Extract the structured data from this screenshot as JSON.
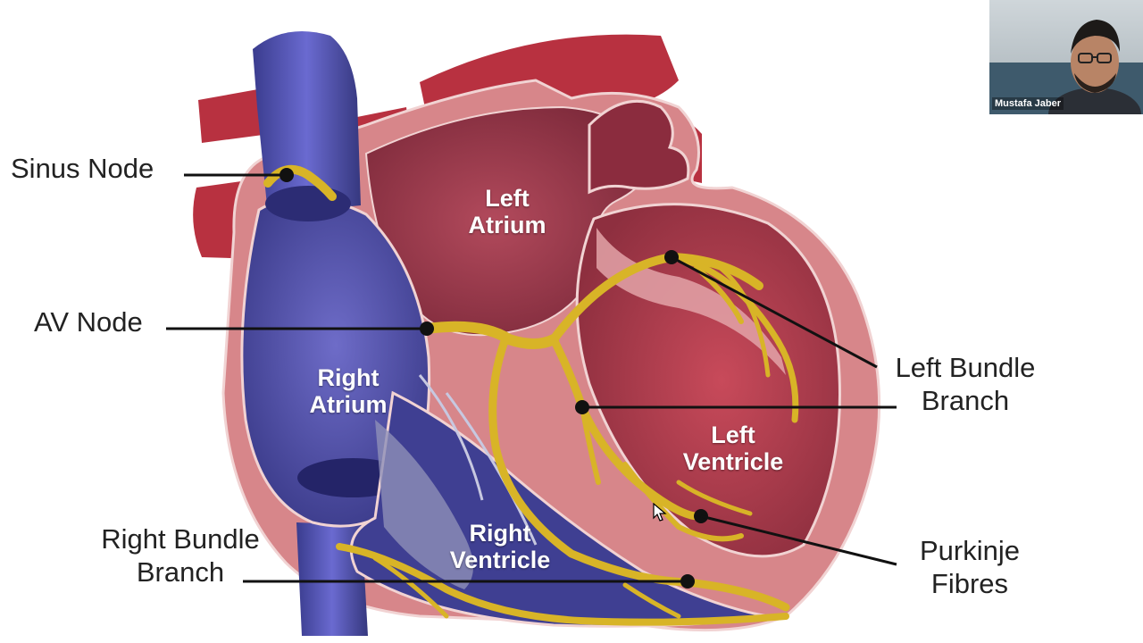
{
  "labels": {
    "sinus_node": "Sinus Node",
    "av_node": "AV Node",
    "left_bundle_line1": "Left Bundle",
    "left_bundle_line2": "Branch",
    "purkinje_line1": "Purkinje",
    "purkinje_line2": "Fibres",
    "right_bundle_line1": "Right Bundle",
    "right_bundle_line2": "Branch"
  },
  "chambers": {
    "left_atrium_line1": "Left",
    "left_atrium_line2": "Atrium",
    "right_atrium_line1": "Right",
    "right_atrium_line2": "Atrium",
    "left_ventricle_line1": "Left",
    "left_ventricle_line2": "Ventricle",
    "right_ventricle_line1": "Right",
    "right_ventricle_line2": "Ventricle"
  },
  "participant": {
    "name": "Mustafa Jaber"
  },
  "colors": {
    "heart_outer": "#d7868a",
    "heart_wall": "#c96b74",
    "artery": "#b83140",
    "atrium_left": "#9c3a49",
    "vein_blue": "#4d4fa8",
    "conduction": "#d8b427",
    "node_dot": "#111111"
  }
}
